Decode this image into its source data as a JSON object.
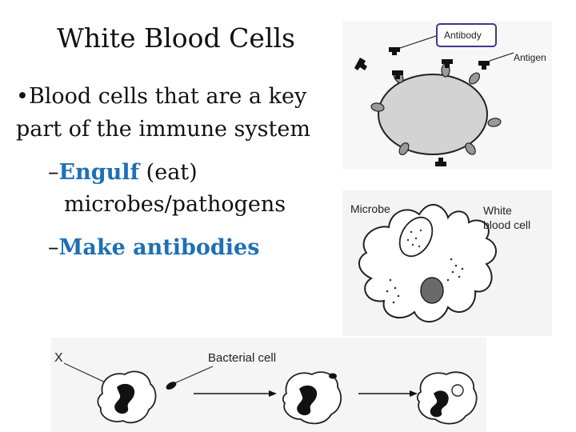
{
  "slide": {
    "title": "White Blood Cells",
    "bullet_mark": "•",
    "bullet": "Blood cells that are a key part of the immune system",
    "sub1_dash": "–",
    "sub1_highlight": "Engulf",
    "sub1_rest_a": " (eat)",
    "sub1_rest_b": "microbes/pathogens",
    "sub2_dash": "–",
    "sub2_highlight": "Make antibodies"
  },
  "diagram_antibody": {
    "antibody_label": "Antibody",
    "antigen_label": "Antigen"
  },
  "diagram_phagocyte": {
    "microbe_label": "Microbe",
    "wbc_label_1": "White",
    "wbc_label_2": "blood cell"
  },
  "diagram_engulf": {
    "x_label": "X",
    "bacterial_label": "Bacterial cell"
  },
  "colors": {
    "accent": "#1f6fb5",
    "cell_fill": "#d3d3d3",
    "label_box": "#3a3a8c"
  }
}
